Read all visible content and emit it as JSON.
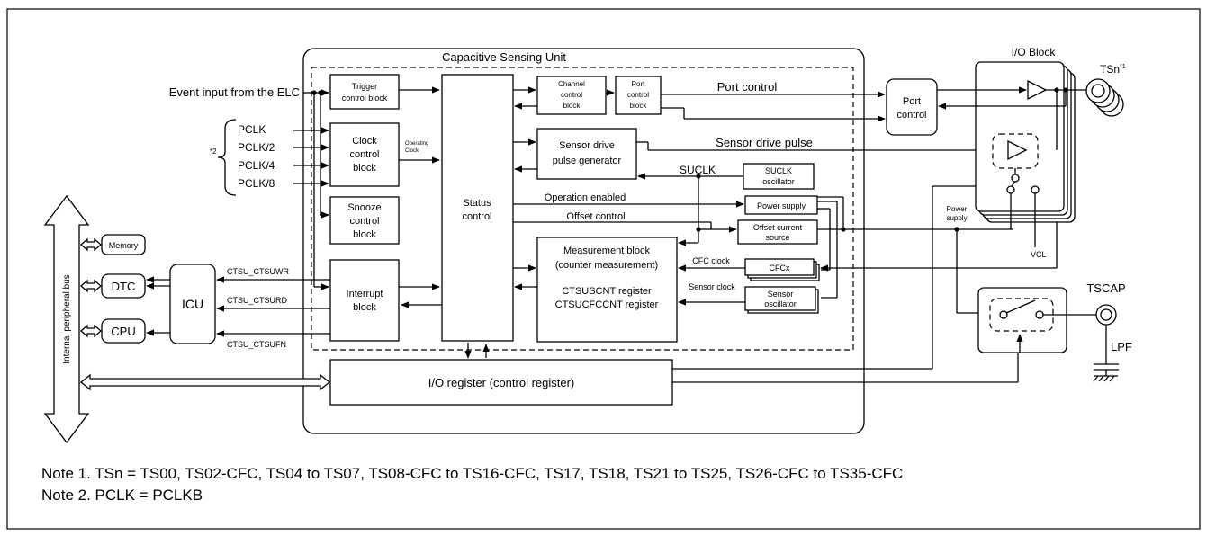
{
  "blocks": {
    "unit_title": "Capacitive Sensing Unit",
    "io_block_title": "I/O Block",
    "tsn": "TSn",
    "tsn_sup": "*1",
    "trigger": [
      "Trigger",
      "control block"
    ],
    "clock": [
      "Clock",
      "control",
      "block"
    ],
    "snooze": [
      "Snooze",
      "control",
      "block"
    ],
    "interrupt": [
      "Interrupt",
      "block"
    ],
    "status": [
      "Status",
      "control"
    ],
    "channel": [
      "Channel",
      "control",
      "block"
    ],
    "port_ctrl_block": [
      "Port",
      "control",
      "block"
    ],
    "sensor_drive": [
      "Sensor drive",
      "pulse generator"
    ],
    "suclk_osc": [
      "SUCLK",
      "oscillator"
    ],
    "power_supply": "Power supply",
    "offset_src": [
      "Offset current",
      "source"
    ],
    "measurement": [
      "Measurement block",
      "(counter measurement)",
      "CTSUSCNT register",
      "CTSUCFCCNT register"
    ],
    "cfcx": "CFCx",
    "sensor_osc": [
      "Sensor",
      "oscillator"
    ],
    "port_control_right": [
      "Port",
      "control"
    ],
    "io_register": "I/O register (control register)",
    "memory": "Memory",
    "dtc": "DTC",
    "cpu": "CPU",
    "icu": "ICU",
    "bus": "Internal peripheral bus",
    "tscap": "TSCAP",
    "lpf": "LPF",
    "vcl": "VCL"
  },
  "signals": {
    "event_input": "Event input from the ELC",
    "pclk": [
      "PCLK",
      "PCLK/2",
      "PCLK/4",
      "PCLK/8"
    ],
    "note2_marker": "*2",
    "operating_clock": [
      "Operating",
      "Clock"
    ],
    "port_control": "Port control",
    "sensor_drive_pulse": "Sensor drive pulse",
    "suclk": "SUCLK",
    "operation_enabled": "Operation enabled",
    "offset_control": "Offset control",
    "cfc_clock": "CFC clock",
    "sensor_clock": "Sensor clock",
    "power_supply_small": [
      "Power",
      "supply"
    ],
    "ctsu_wr": "CTSU_CTSUWR",
    "ctsu_rd": "CTSU_CTSURD",
    "ctsu_fn": "CTSU_CTSUFN"
  },
  "notes": [
    "Note 1.   TSn = TS00, TS02-CFC, TS04 to TS07, TS08-CFC to TS16-CFC, TS17, TS18, TS21 to TS25, TS26-CFC to TS35-CFC",
    "Note 2.   PCLK = PCLKB"
  ]
}
